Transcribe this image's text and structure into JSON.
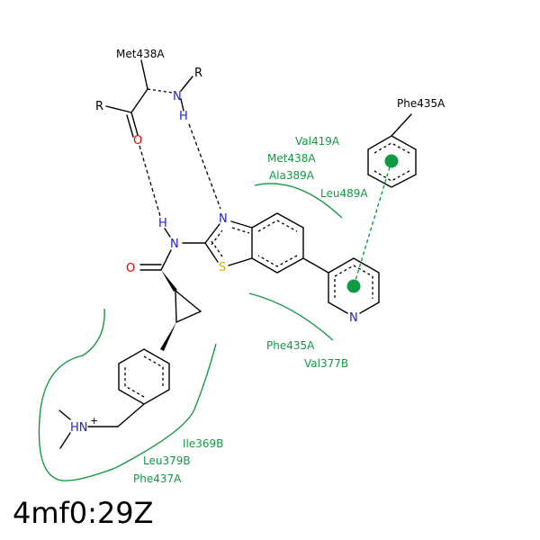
{
  "title": "4mf0:29Z",
  "atoms": {
    "R_top": "R",
    "R_left": "R",
    "N_backbone": "N",
    "H_backbone": "H",
    "O_backbone": "O",
    "H_amide": "H",
    "N_amide": "N",
    "O_amide": "O",
    "N_thiazole": "N",
    "S_thiazole": "S",
    "N_pyridine": "N",
    "N_amine": "HN",
    "N_amine_charge": "+"
  },
  "residues": {
    "met_top": "Met438A",
    "phe_top": "Phe435A",
    "val419": "Val419A",
    "met438": "Met438A",
    "ala389": "Ala389A",
    "leu489": "Leu489A",
    "phe435": "Phe435A",
    "val377": "Val377B",
    "ile369": "Ile369B",
    "leu379": "Leu379B",
    "phe437": "Phe437A"
  },
  "colors": {
    "nitrogen": "#2121d9",
    "oxygen": "#e50000",
    "sulfur": "#d8b000",
    "hydrophobic": "#119944",
    "pi_center": "#119944"
  }
}
